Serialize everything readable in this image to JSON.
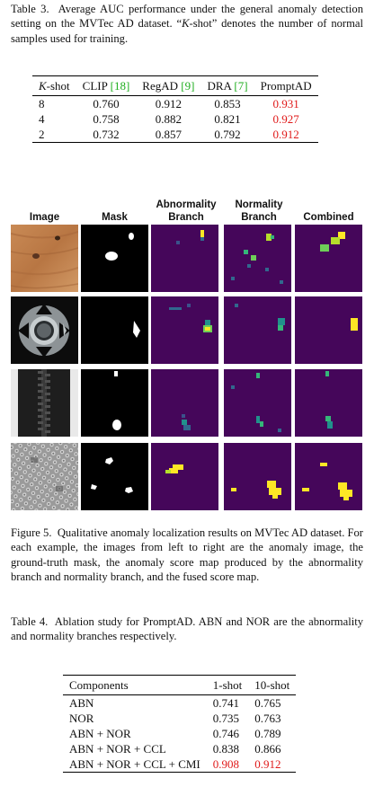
{
  "table3": {
    "caption_label": "Table 3.",
    "caption_text": "Average AUC performance under the general anomaly detection setting on the MVTec AD dataset. “K-shot” denotes the number of normal samples used for training.",
    "caption_pre": "Average AUC performance under the general anomaly detection setting on the MVTec AD dataset. “",
    "caption_k": "K",
    "caption_post": "-shot” denotes the number of normal samples used for training.",
    "headers": {
      "kshot_k": "K",
      "kshot_rest": "-shot",
      "clip": "CLIP",
      "clip_ref": "[18]",
      "regad": "RegAD",
      "regad_ref": "[9]",
      "dra": "DRA",
      "dra_ref": "[7]",
      "promptad": "PromptAD"
    },
    "rows": [
      {
        "k": "8",
        "clip": "0.760",
        "regad": "0.912",
        "dra": "0.853",
        "promptad": "0.931"
      },
      {
        "k": "4",
        "clip": "0.758",
        "regad": "0.882",
        "dra": "0.821",
        "promptad": "0.927"
      },
      {
        "k": "2",
        "clip": "0.732",
        "regad": "0.857",
        "dra": "0.792",
        "promptad": "0.912"
      }
    ]
  },
  "figure5": {
    "column_headers": {
      "image": "Image",
      "mask": "Mask",
      "abnormality": "Abnormality Branch",
      "normality": "Normality Branch",
      "combined": "Combined"
    },
    "rows": [
      "wood",
      "metal-nut",
      "zipper",
      "grid"
    ],
    "colors": {
      "heatmap_bg": "#45065a",
      "mask_bg": "#000000",
      "mask_fg": "#ffffff",
      "high": "#fde725",
      "mid": "#35b779",
      "low": "#31688e"
    },
    "caption_label": "Figure 5.",
    "caption_text": "Qualitative anomaly localization results on MVTec AD dataset. For each example, the images from left to right are the anomaly image, the ground-truth mask, the anomaly score map produced by the abnormality branch and normality branch, and the fused score map."
  },
  "table4": {
    "caption_label": "Table 4.",
    "caption_text": "Ablation study for PromptAD. ABN and NOR are the abnormality and normality branches respectively.",
    "headers": {
      "components": "Components",
      "one_shot": "1-shot",
      "ten_shot": "10-shot"
    },
    "rows": [
      {
        "components": "ABN",
        "one_shot": "0.741",
        "ten_shot": "0.765"
      },
      {
        "components": "NOR",
        "one_shot": "0.735",
        "ten_shot": "0.763"
      },
      {
        "components": "ABN + NOR",
        "one_shot": "0.746",
        "ten_shot": "0.789"
      },
      {
        "components": "ABN + NOR + CCL",
        "one_shot": "0.838",
        "ten_shot": "0.866"
      },
      {
        "components": "ABN + NOR + CCL + CMI",
        "one_shot": "0.908",
        "ten_shot": "0.912"
      }
    ]
  }
}
